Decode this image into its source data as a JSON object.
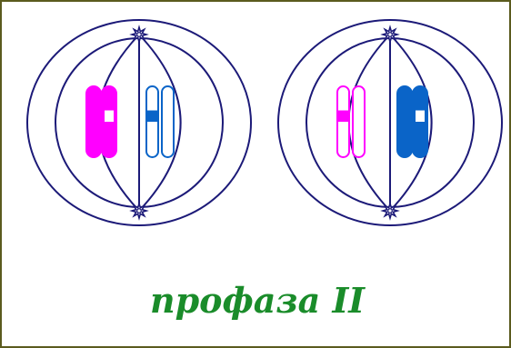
{
  "caption": "профаза II",
  "colors": {
    "frame": "#5b5b1e",
    "cell_outline": "#1c1a78",
    "magenta": "#ff00ff",
    "blue": "#0a64c8",
    "caption": "#1a8c2a",
    "background": "#ffffff"
  },
  "icons": {
    "centriole": "star-burst-icon"
  },
  "cells": [
    {
      "chromosome_pairs": [
        {
          "color_key": "magenta",
          "filled": true
        },
        {
          "color_key": "blue",
          "filled": false
        }
      ]
    },
    {
      "chromosome_pairs": [
        {
          "color_key": "magenta",
          "filled": false
        },
        {
          "color_key": "blue",
          "filled": true
        }
      ]
    }
  ]
}
